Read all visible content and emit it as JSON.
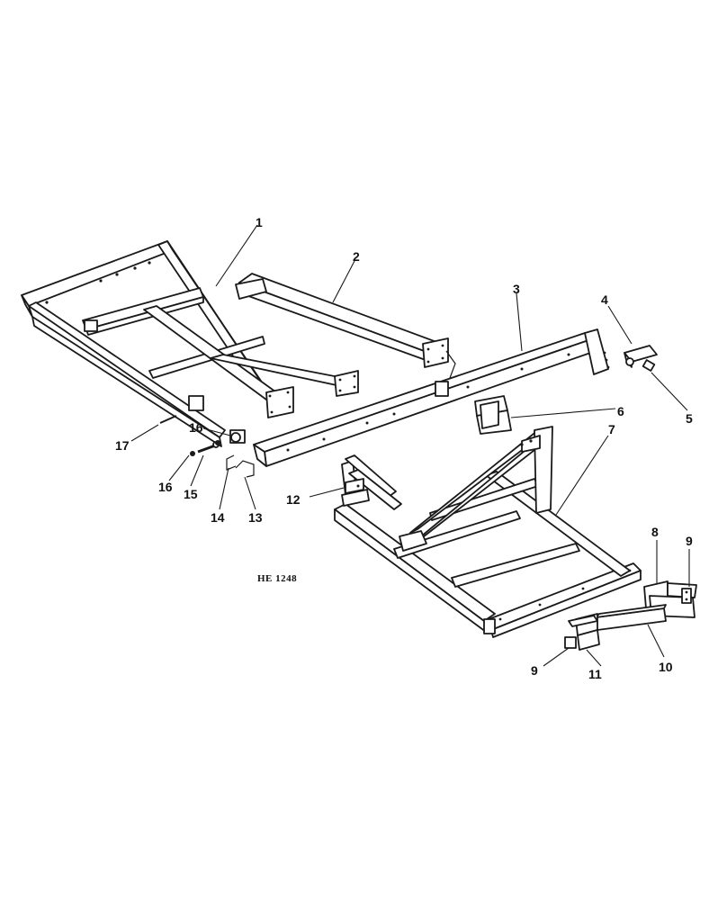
{
  "drawing_code": "HE 1248",
  "callouts": {
    "c1": "1",
    "c2": "2",
    "c3": "3",
    "c4": "4",
    "c5": "5",
    "c6": "6",
    "c7": "7",
    "c8": "8",
    "c9a": "9",
    "c9b": "9",
    "c10": "10",
    "c11": "11",
    "c12": "12",
    "c13": "13",
    "c14": "14",
    "c15": "15",
    "c16a": "16",
    "c16b": "16",
    "c17": "17"
  }
}
